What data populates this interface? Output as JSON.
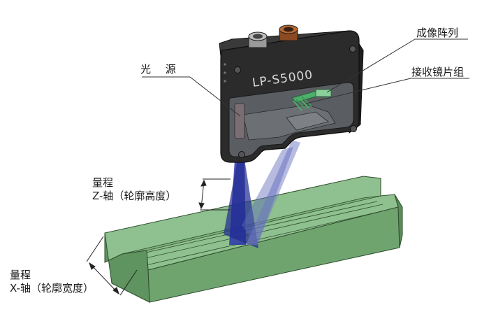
{
  "model": "LP-S5000",
  "labels": {
    "light_source": "光 源",
    "imaging_array": "成像阵列",
    "lens_group": "接收镜片组",
    "z_range_line1": "量程",
    "z_range_line2": "Z-轴（轮廓高度）",
    "x_range_line1": "量程",
    "x_range_line2": "X-轴（轮廓宽度）"
  },
  "colors": {
    "sensor_body": "#2b2b2b",
    "sensor_top": "#3a3a3a",
    "workpiece_top": "#8fc08f",
    "workpiece_front": "#6fa46f",
    "workpiece_end": "#5f935f",
    "laser_plane": "#2a36a8",
    "reflected_beam": "#7a84c8",
    "connector_brass": "#a05a2c",
    "lens_green": "#4caf6a"
  }
}
